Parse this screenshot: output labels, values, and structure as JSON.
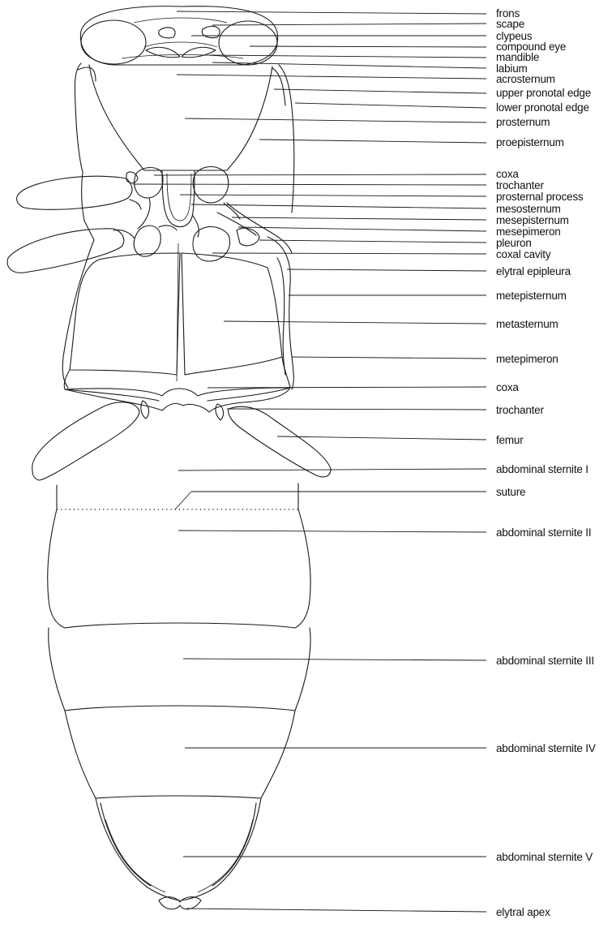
{
  "labels": [
    "frons",
    "scape",
    "clypeus",
    "compound eye",
    "mandible",
    "labium",
    "acrosternum",
    "upper pronotal edge",
    "lower pronotal edge",
    "prosternum",
    "proepisternum",
    "coxa",
    "trochanter",
    "prosternal process",
    "mesosternum",
    "mesepisternum",
    "mesepimeron",
    "pleuron",
    "coxal cavity",
    "elytral epipleura",
    "metepisternum",
    "metasternum",
    "metepimeron",
    "coxa",
    "trochanter",
    "femur",
    "abdominal sternite I",
    "suture",
    "abdominal sternite II",
    "abdominal sternite III",
    "abdominal sternite IV",
    "abdominal sternite V",
    "elytral apex"
  ]
}
